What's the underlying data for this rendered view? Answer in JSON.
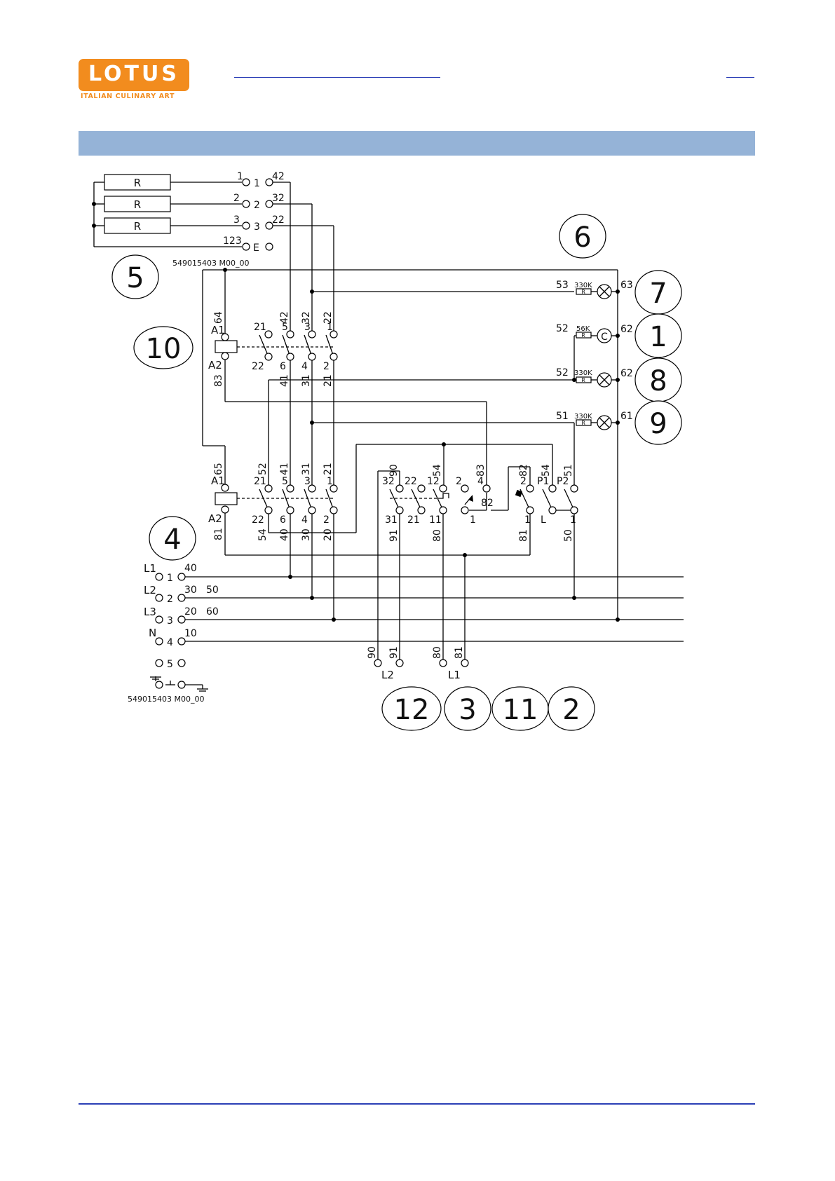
{
  "logo": {
    "wordmark": "LOTUS",
    "tagline": "ITALIAN CULINARY ART"
  },
  "diagram": {
    "resistors": [
      "R",
      "R",
      "R"
    ],
    "block_top": {
      "wire_numbers": [
        "1",
        "2",
        "3",
        "123"
      ],
      "terminals": [
        "1",
        "2",
        "3",
        "E"
      ],
      "terminal_wires": [
        "42",
        "32",
        "22"
      ],
      "code": "549015403  M00_00"
    },
    "callouts": [
      "5",
      "6",
      "10",
      "7",
      "1",
      "8",
      "9",
      "4",
      "12",
      "3",
      "11",
      "2"
    ],
    "lamps": [
      {
        "wire_in": "53",
        "resistor": "330K",
        "glyph": "R",
        "wire_out": "63"
      },
      {
        "wire_in": "52",
        "resistor": "56K",
        "glyph": "R",
        "wire_out": "62"
      },
      {
        "wire_in": "52",
        "resistor": "330K",
        "glyph": "R",
        "wire_out": "62"
      },
      {
        "wire_in": "51",
        "resistor": "330K",
        "glyph": "R",
        "wire_out": "61"
      }
    ],
    "contactor_1": {
      "coil_top": [
        "A1",
        "64"
      ],
      "coil_bottom": [
        "A2",
        "83"
      ],
      "top_numbers": [
        "21",
        "5",
        "42",
        "3",
        "32",
        "22",
        "1"
      ],
      "bottom_numbers": [
        "22",
        "6",
        "4",
        "2"
      ],
      "wire_labels": [
        "41",
        "31",
        "21"
      ]
    },
    "contactor_2": {
      "coil_top": [
        "A1",
        "65"
      ],
      "coil_bottom": [
        "A2",
        "81"
      ],
      "top_numbers": [
        "21",
        "52",
        "5",
        "41",
        "3",
        "31",
        "21",
        "1"
      ],
      "bottom_numbers": [
        "22",
        "6",
        "4",
        "2"
      ],
      "wire_labels": [
        "54",
        "40",
        "30",
        "20"
      ]
    },
    "switch_block": {
      "top_numbers": [
        "32",
        "90",
        "22",
        "12",
        "54",
        "2",
        "83",
        "4",
        "82",
        "2",
        "54",
        "P1",
        "P2",
        "51"
      ],
      "mid_numbers": [
        "82",
        "1",
        "L",
        "1"
      ],
      "bottom_numbers": [
        "31",
        "91",
        "21",
        "11",
        "80",
        "1",
        "81",
        "50"
      ]
    },
    "mains": {
      "phases": [
        "L1",
        "L2",
        "L3",
        "N"
      ],
      "terminals": [
        "1",
        "2",
        "3",
        "4",
        "5"
      ],
      "wire_labels": [
        "40",
        "30",
        "50",
        "20",
        "60",
        "10"
      ],
      "code": "549015403  M00_00"
    },
    "bottom_terminals": {
      "wires": [
        "90",
        "91",
        "80",
        "81"
      ],
      "labels": [
        "L2",
        "L1"
      ]
    }
  }
}
